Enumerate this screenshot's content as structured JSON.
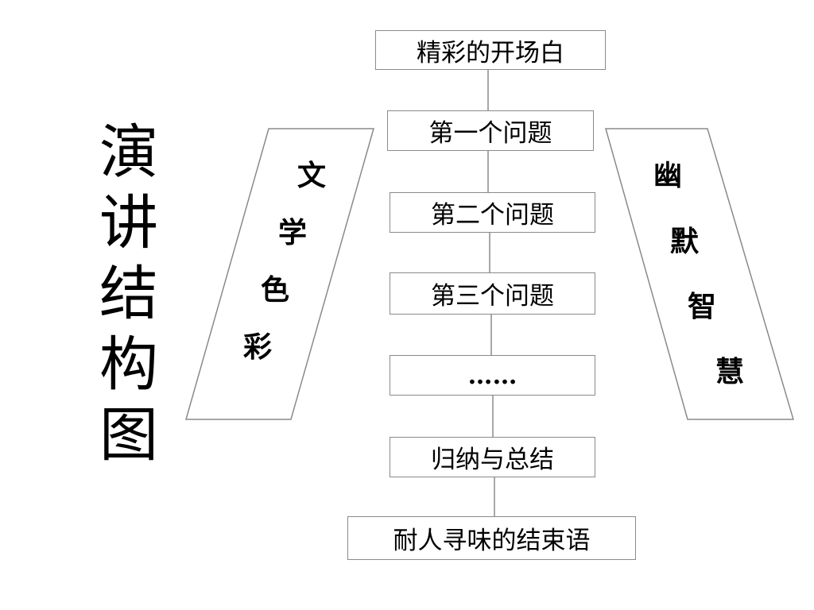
{
  "title_chars": [
    "演",
    "讲",
    "结",
    "构",
    "图"
  ],
  "flow_boxes": [
    "精彩的开场白",
    "第一个问题",
    "第二个问题",
    "第三个问题",
    "……",
    "归纳与总结",
    "耐人寻味的结束语"
  ],
  "left_panel_chars": [
    "文",
    "学",
    "色",
    "彩"
  ],
  "right_panel_chars": [
    "幽",
    "默",
    "智",
    "慧"
  ],
  "colors": {
    "stroke": "#8a8a8a",
    "text": "#000000",
    "background": "#ffffff"
  }
}
